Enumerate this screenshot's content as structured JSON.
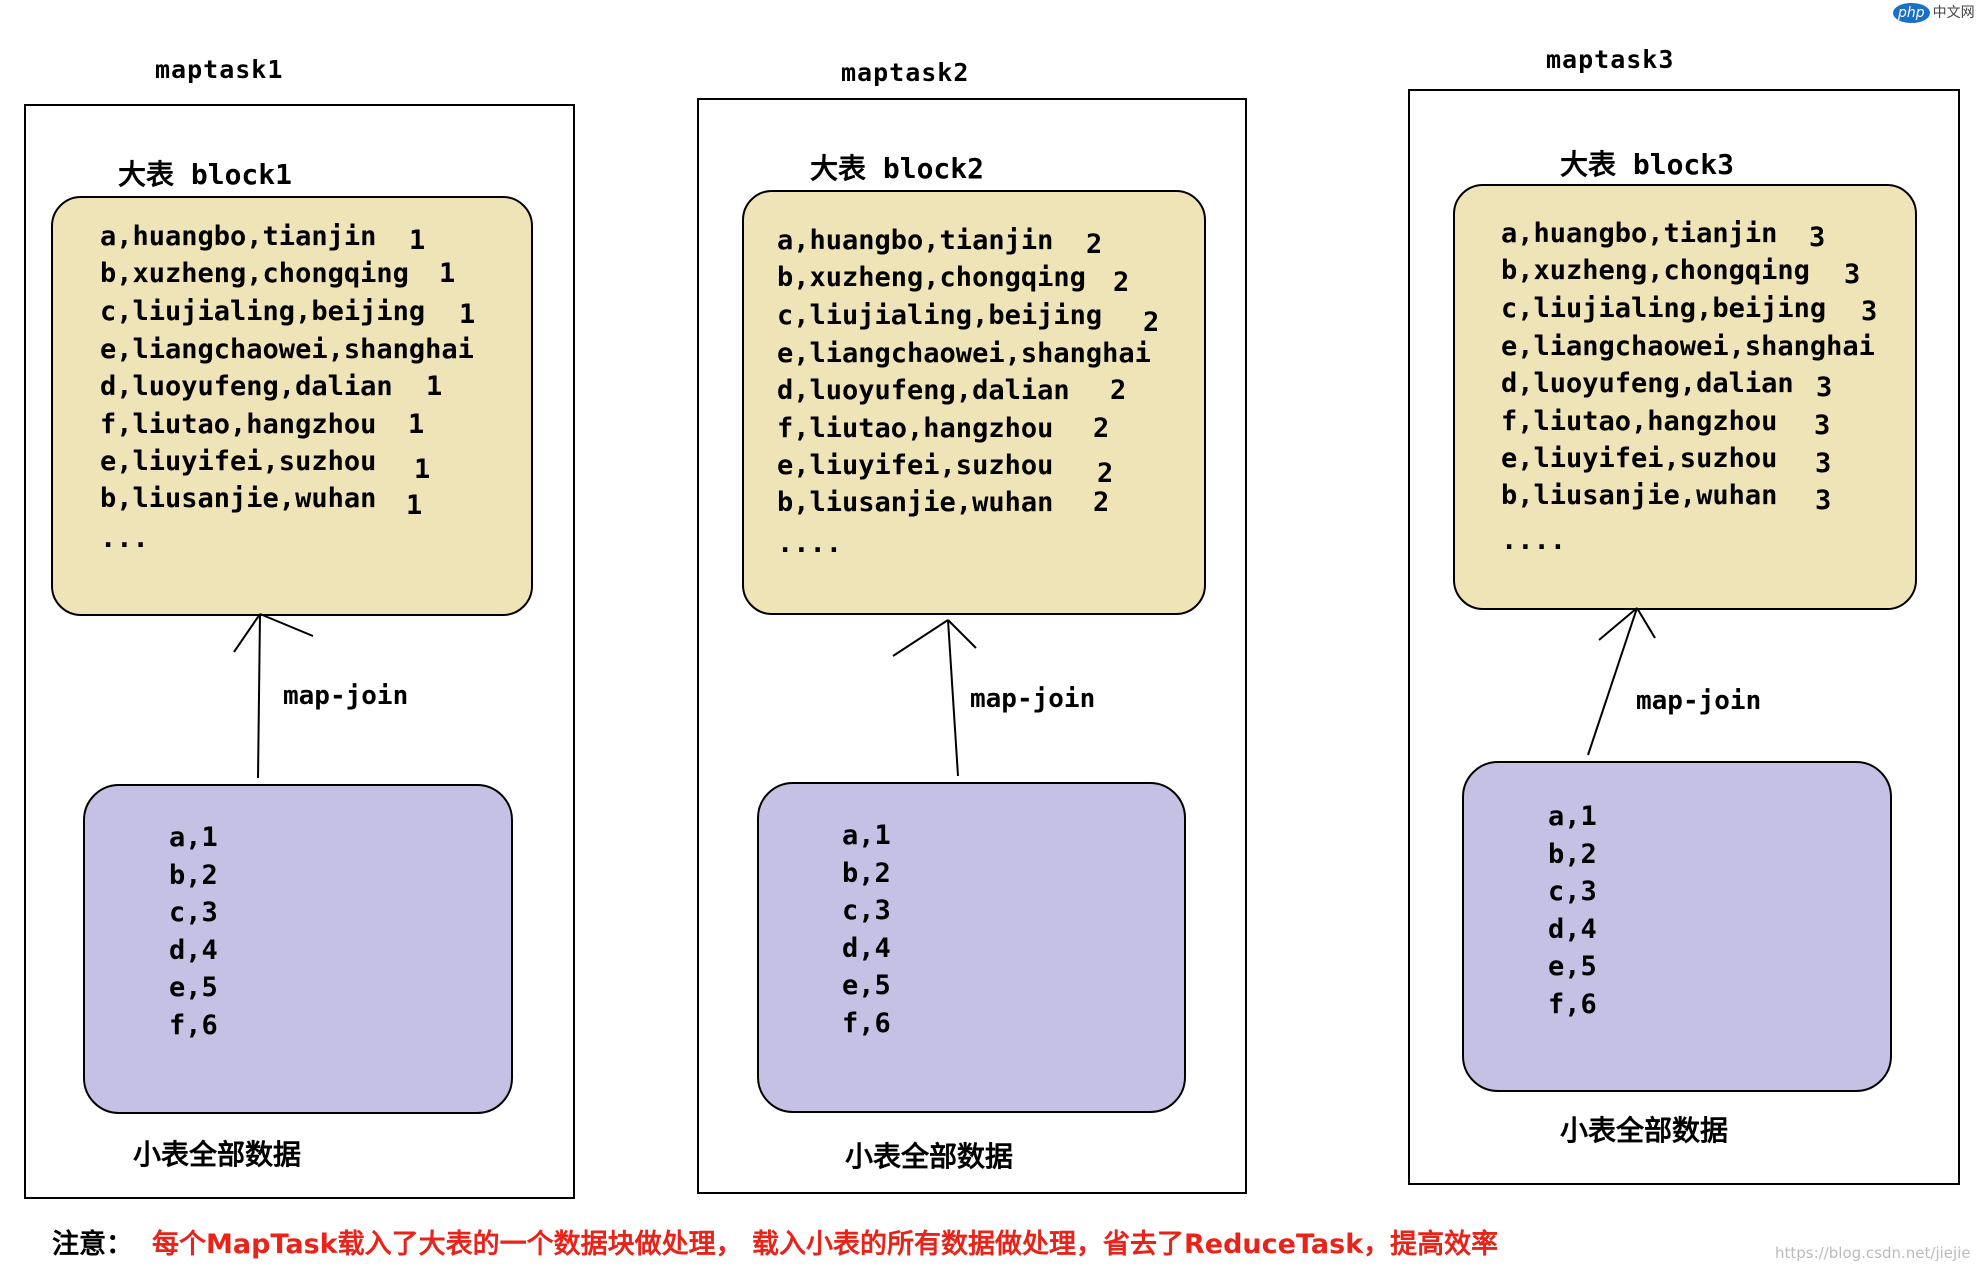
{
  "tasks": [
    {
      "title": "maptask1",
      "block_label": "大表 block1",
      "rows": [
        "a,huangbo,tianjin",
        "b,xuzheng,chongqing",
        "c,liujialing,beijing",
        "e,liangchaowei,shanghai",
        "d,luoyufeng,dalian",
        "f,liutao,hangzhou",
        "e,liuyifei,suzhou",
        "b,liusanjie,wuhan"
      ],
      "nums": [
        "1",
        "1",
        "1",
        "",
        "1",
        "1",
        "1",
        "1"
      ],
      "ellipsis": "...",
      "small_rows": [
        "a,1",
        "b,2",
        "c,3",
        "d,4",
        "e,5",
        "f,6"
      ],
      "arrow_label": "map-join",
      "caption": "小表全部数据"
    },
    {
      "title": "maptask2",
      "block_label": "大表 block2",
      "rows": [
        "a,huangbo,tianjin",
        "b,xuzheng,chongqing",
        "c,liujialing,beijing",
        "e,liangchaowei,shanghai",
        "d,luoyufeng,dalian",
        "f,liutao,hangzhou",
        "e,liuyifei,suzhou",
        "b,liusanjie,wuhan"
      ],
      "nums": [
        "2",
        "2",
        "2",
        "",
        "2",
        "2",
        "2",
        "2"
      ],
      "ellipsis": "....",
      "small_rows": [
        "a,1",
        "b,2",
        "c,3",
        "d,4",
        "e,5",
        "f,6"
      ],
      "arrow_label": "map-join",
      "caption": "小表全部数据"
    },
    {
      "title": "maptask3",
      "block_label": "大表 block3",
      "rows": [
        "a,huangbo,tianjin",
        "b,xuzheng,chongqing",
        "c,liujialing,beijing",
        "e,liangchaowei,shanghai",
        "d,luoyufeng,dalian",
        "f,liutao,hangzhou",
        "e,liuyifei,suzhou",
        "b,liusanjie,wuhan"
      ],
      "nums": [
        "3",
        "3",
        "3",
        "",
        "3",
        "3",
        "3",
        "3"
      ],
      "ellipsis": "....",
      "small_rows": [
        "a,1",
        "b,2",
        "c,3",
        "d,4",
        "e,5",
        "f,6"
      ],
      "arrow_label": "map-join",
      "caption": "小表全部数据"
    }
  ],
  "note": {
    "label": "注意：",
    "text": "每个MapTask载入了大表的一个数据块做处理， 载入小表的所有数据做处理，省去了ReduceTask，提高效率"
  },
  "logo": {
    "badge": "php",
    "text": "中文网"
  },
  "watermark": "https://blog.csdn.net/jiejie",
  "colors": {
    "big_box": "#efe4b8",
    "small_box": "#c5c1e5",
    "note_text": "#e8231a"
  }
}
